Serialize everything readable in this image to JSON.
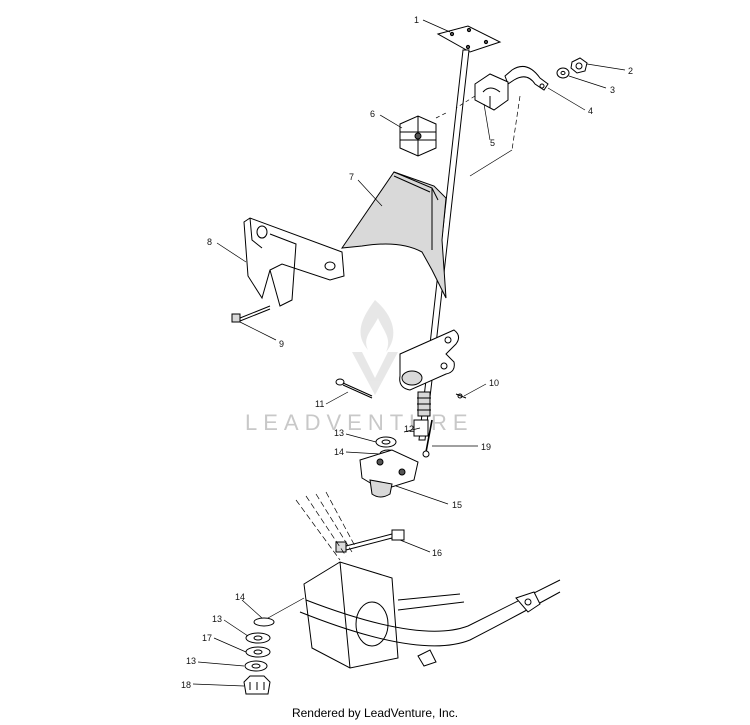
{
  "watermark": {
    "brand": "LEADVENTURE"
  },
  "footer": {
    "credit": "Rendered by LeadVenture, Inc."
  },
  "callouts": {
    "c1": "1",
    "c2": "2",
    "c3": "3",
    "c4": "4",
    "c5": "5",
    "c6": "6",
    "c7": "7",
    "c8": "8",
    "c9": "9",
    "c10": "10",
    "c11": "11",
    "c12": "12",
    "c13a": "13",
    "c14a": "14",
    "c15": "15",
    "c16": "16",
    "c19": "19",
    "c14b": "14",
    "c13b": "13",
    "c17": "17",
    "c13c": "13",
    "c18": "18"
  }
}
